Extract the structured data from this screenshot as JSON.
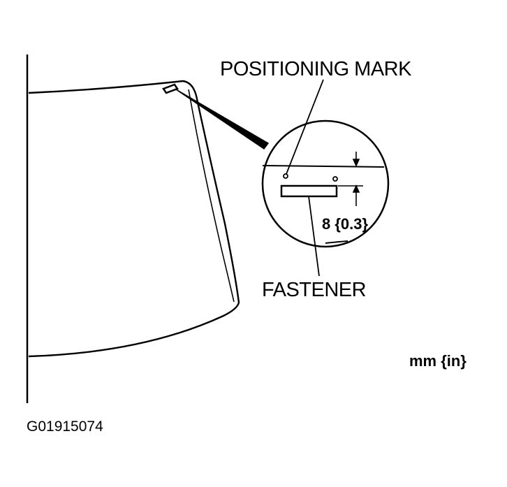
{
  "labels": {
    "positioning_mark": "POSITIONING MARK",
    "fastener": "FASTENER",
    "dimension": "8 {0.3}",
    "units": "mm {in}",
    "figure_id": "G01915074"
  },
  "colors": {
    "line": "#000000",
    "background": "#ffffff"
  }
}
